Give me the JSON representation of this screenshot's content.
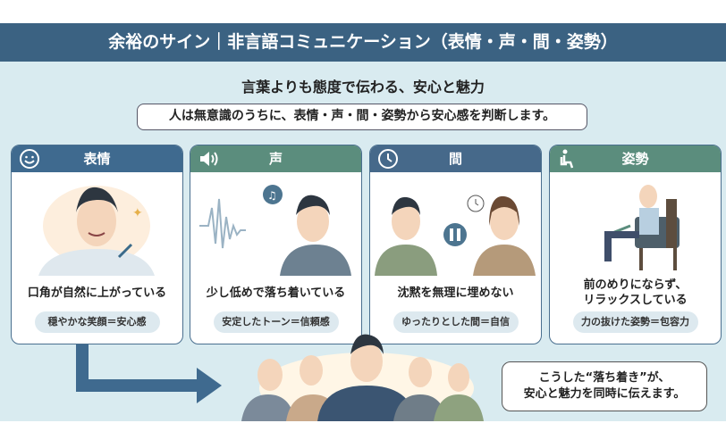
{
  "title": "余裕のサイン｜非言語コミュニケーション（表情・声・間・姿勢）",
  "subtitle": "言葉よりも態度で伝わる、安心と魅力",
  "lead": "人は無意識のうちに、表情・声・間・姿勢から安心感を判断します。",
  "cards": [
    {
      "label": "表情",
      "icon": "smile-icon",
      "caption": "口角が自然に上がっている",
      "tag": "穏やかな笑顔＝安心感",
      "color": "#3f6a8f"
    },
    {
      "label": "声",
      "icon": "speaker-icon",
      "caption": "少し低めで落ち着いている",
      "tag": "安定したトーン＝信頼感",
      "color": "#5b8d7d"
    },
    {
      "label": "間",
      "icon": "clock-icon",
      "caption": "沈黙を無理に埋めない",
      "tag": "ゆったりとした間＝自信",
      "color": "#46698a"
    },
    {
      "label": "姿勢",
      "icon": "sitting-person-icon",
      "caption": "前のめりにならず、\nリラックスしている",
      "tag": "力の抜けた姿勢＝包容力",
      "color": "#5b8d7d"
    }
  ],
  "conclusion_line1": "こうした“落ち着き”が、",
  "conclusion_line2": "安心と魅力を同時に伝えます。"
}
